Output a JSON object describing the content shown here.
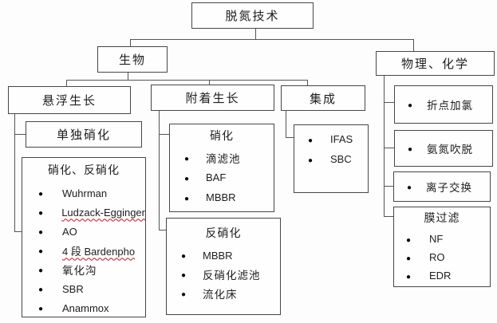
{
  "diagram": {
    "root": {
      "label": "脱氮技术"
    },
    "biological": {
      "label": "生物",
      "suspended_growth": {
        "label": "悬浮生长",
        "separate_nitrification": {
          "label": "单独硝化"
        },
        "nitrification_denitrification": {
          "title": "硝化、反硝化",
          "items": [
            "Wuhrman",
            "Ludzack-Egginger",
            "AO",
            "4 段 Bardenpho",
            "氧化沟",
            "SBR",
            "Anammox"
          ]
        }
      },
      "attached_growth": {
        "label": "附着生长",
        "nitrification": {
          "title": "硝化",
          "items": [
            "滴滤池",
            "BAF",
            "MBBR"
          ]
        },
        "denitrification": {
          "title": "反硝化",
          "items": [
            "MBBR",
            "反硝化滤池",
            "流化床"
          ]
        }
      },
      "integrated": {
        "label": "集成",
        "items": [
          "IFAS",
          "SBC"
        ]
      }
    },
    "physical_chemical": {
      "label": "物理、化学",
      "breakpoint_chlorination": {
        "label": "折点加氯"
      },
      "ammonia_stripping": {
        "label": "氨氮吹脱"
      },
      "ion_exchange": {
        "label": "离子交换"
      },
      "membrane_filtration": {
        "title": "膜过滤",
        "items": [
          "NF",
          "RO",
          "EDR"
        ]
      }
    },
    "colors": {
      "line": "#555555",
      "box_border": "#474747",
      "spellcheck_underline": "#cc1111",
      "bullet": "#0a0a0a"
    }
  }
}
